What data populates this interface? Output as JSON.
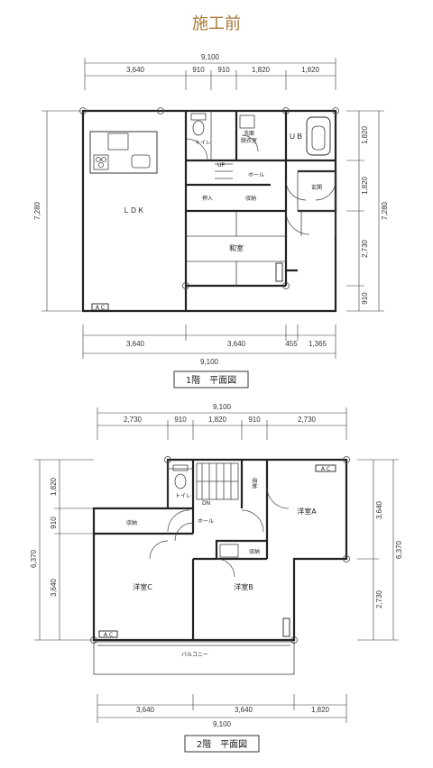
{
  "title": "施工前",
  "floor1": {
    "caption": "1階　平面図",
    "dims_top_total": "9,100",
    "dims_top": [
      "3,640",
      "910",
      "910",
      "1,820",
      "1,820"
    ],
    "dims_bottom": [
      "3,640",
      "3,640",
      "455",
      "1,365"
    ],
    "dims_bottom_total": "9,100",
    "dims_left": "7,280",
    "dims_right": [
      "1,820",
      "1,820",
      "2,730",
      "910"
    ],
    "dims_right_total": "7,280",
    "rooms": {
      "ldk": "ＬＤＫ",
      "toilet": "トイレ",
      "washroom": "洗面\n脱衣室",
      "ub": "ＵＢ",
      "up": "UP",
      "hall": "ホール",
      "entrance": "玄関",
      "oshiire": "押入",
      "storage": "収納",
      "washitsu": "和室",
      "ac": "A C"
    }
  },
  "floor2": {
    "caption": "2階　平面図",
    "dims_top_total": "9,100",
    "dims_top": [
      "2,730",
      "910",
      "1,820",
      "910",
      "2,730"
    ],
    "dims_bottom": [
      "3,640",
      "3,640",
      "1,820"
    ],
    "dims_bottom_total": "9,100",
    "dims_left_total": "6,370",
    "dims_left": [
      "1,820",
      "910",
      "3,640"
    ],
    "dims_right": [
      "3,640",
      "2,730"
    ],
    "dims_right_total": "6,370",
    "rooms": {
      "toilet": "トイレ",
      "dn": "DN",
      "storage_top": "収納",
      "storage_left": "収納",
      "hall": "ホール",
      "room_a": "洋室A",
      "room_b": "洋室B",
      "room_c": "洋室C",
      "storage_b": "収納",
      "balcony": "バルコニー",
      "ac": "A C"
    }
  }
}
